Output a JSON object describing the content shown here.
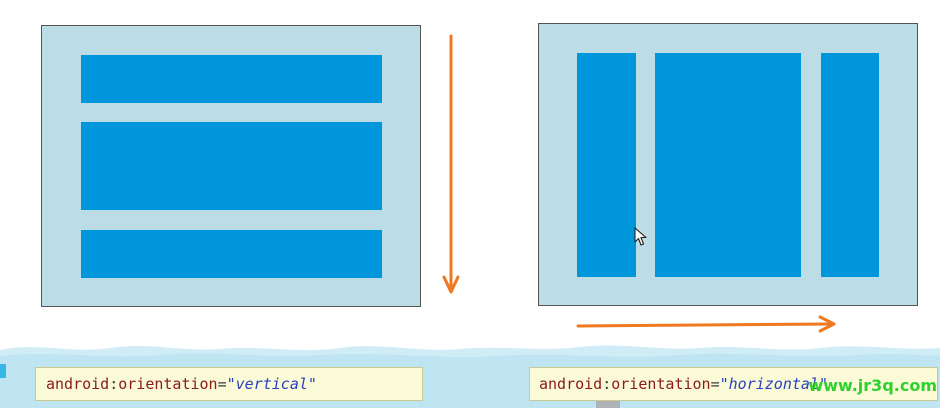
{
  "diagrams": {
    "vertical": {
      "code": {
        "namespace": "android",
        "separator": ":",
        "attribute": "orientation",
        "equals": "=",
        "value": "\"vertical\""
      }
    },
    "horizontal": {
      "code": {
        "namespace": "android",
        "separator": ":",
        "attribute": "orientation",
        "equals": "=",
        "value": "\"horizontal\""
      }
    }
  },
  "watermark": "www.jr3q.com",
  "colors": {
    "container": "#bcdde6",
    "child_block": "#0096dc",
    "arrow": "#f07820",
    "code_background": "#fafad6",
    "watermark": "#2fd12f"
  },
  "icons": {
    "down_arrow": "down-arrow-icon",
    "right_arrow": "right-arrow-icon",
    "cursor": "mouse-cursor-icon"
  }
}
